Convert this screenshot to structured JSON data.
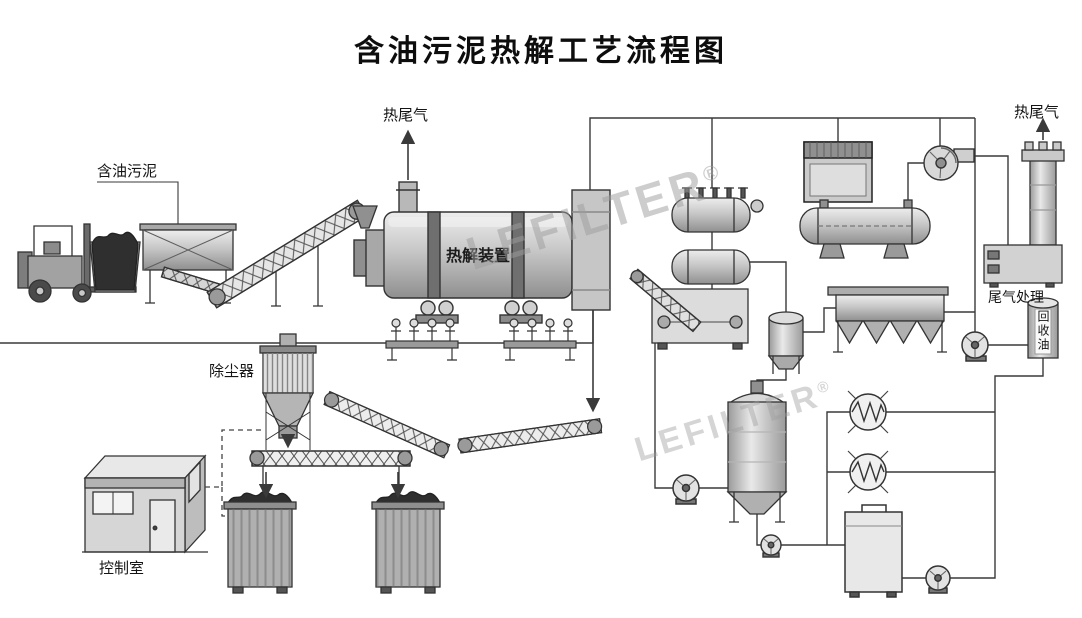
{
  "title": "含油污泥热解工艺流程图",
  "watermark": {
    "brand": "LEFILTER",
    "reg": "®"
  },
  "labels": {
    "oily_sludge": "含油污泥",
    "hot_tail_gas_kiln": "热尾气",
    "pyrolysis_unit": "热解装置",
    "dust_collector": "除尘器",
    "control_room": "控制室",
    "hot_tail_gas_stack": "热尾气",
    "tail_gas_treatment": "尾气处理",
    "recovered_oil": "回收油"
  },
  "colors": {
    "background": "#ffffff",
    "line": "#3a3a3a",
    "metal_light": "#ededed",
    "metal_mid": "#c7c7c7",
    "metal_dark": "#8f8f8f",
    "dark_fill": "#2f2f2f",
    "watermark": "#9d9d9d"
  }
}
